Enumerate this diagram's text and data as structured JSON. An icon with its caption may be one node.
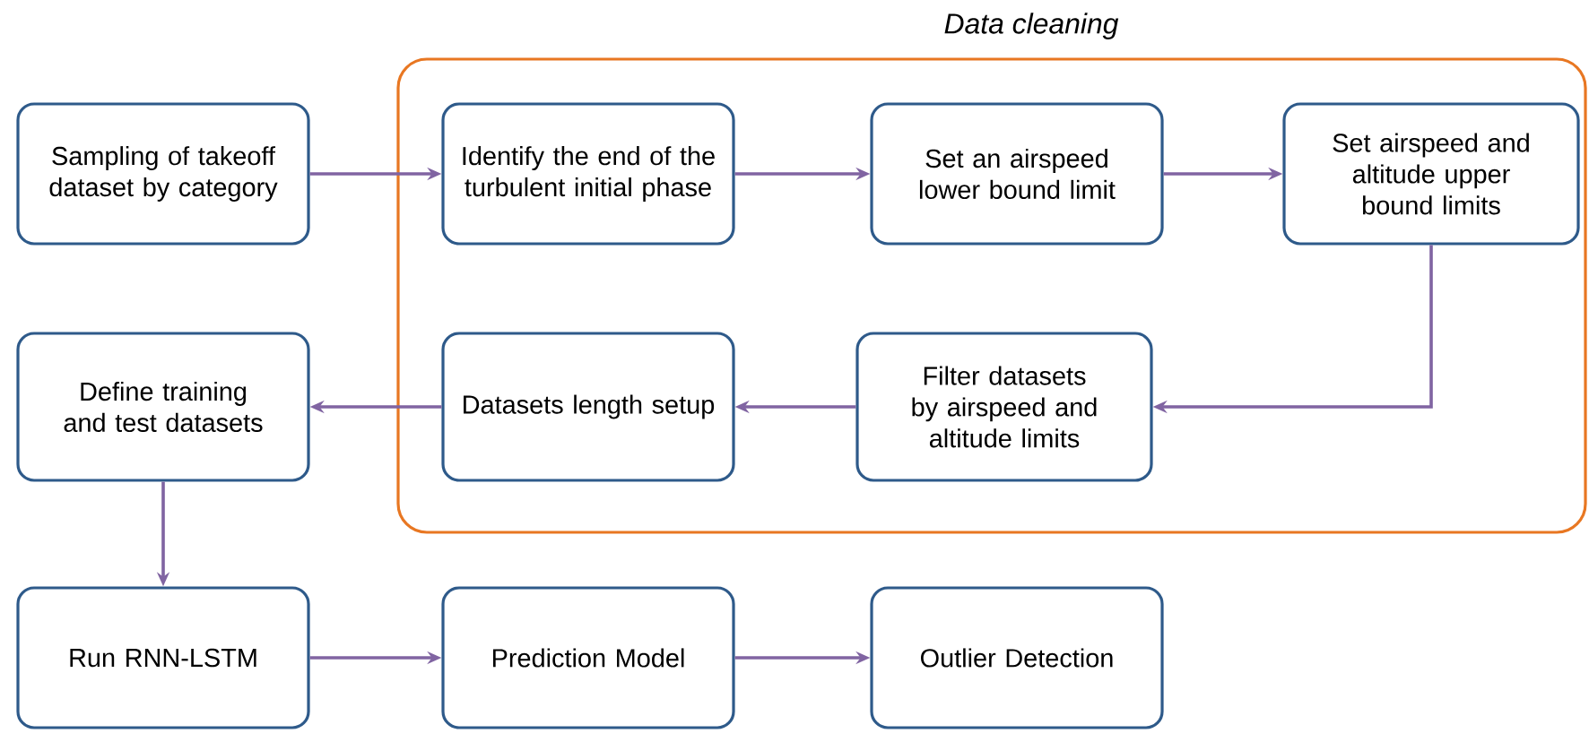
{
  "diagram": {
    "nodes": [
      {
        "text": [
          "Data cleaning"
        ]
      },
      {
        "text": [
          "Sampling of takeoff dataset by category"
        ]
      },
      {
        "text": [
          "Identify the end of the turbulent initial phase"
        ],
        "in": 0
      },
      {
        "text": [
          "Set an airspeed lower bound limit"
        ],
        "in": 0
      },
      {
        "text": [
          "Set airspeed and altitude upper bound limits"
        ],
        "in": 0
      },
      {
        "text": [
          "Define training and test datasets"
        ]
      },
      {
        "text": [
          "Datasets length setup"
        ],
        "in": 0
      },
      {
        "text": [
          "Filter datasets by airspeed and altitude limits"
        ],
        "in": 0
      },
      {
        "text": [
          "Run RNN-LSTM"
        ]
      },
      {
        "text": [
          "Prediction Model"
        ]
      },
      {
        "text": [
          "Outlier Detection"
        ]
      }
    ],
    "edges": [
      {
        "from": 1,
        "to": 2,
        "arrow": "to"
      },
      {
        "from": 2,
        "to": 3,
        "arrow": "to"
      },
      {
        "from": 3,
        "to": 4,
        "arrow": "to"
      },
      {
        "from": 4,
        "to": 7,
        "arrow": "to"
      },
      {
        "from": 7,
        "to": 6,
        "arrow": "to"
      },
      {
        "from": 6,
        "to": 5,
        "arrow": "to"
      },
      {
        "from": 5,
        "to": 8,
        "arrow": "to"
      },
      {
        "from": 8,
        "to": 9,
        "arrow": "to"
      },
      {
        "from": 9,
        "to": 10,
        "arrow": "to"
      }
    ]
  }
}
